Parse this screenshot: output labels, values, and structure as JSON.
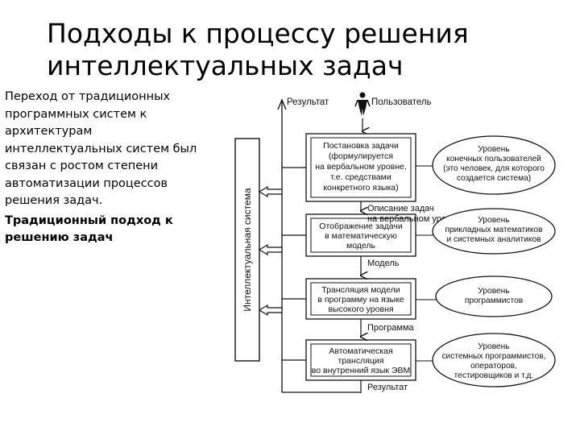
{
  "slide": {
    "title_lines": [
      "Подходы к процессу решения",
      "интеллектуальных задач"
    ],
    "paragraph": "Переход от традиционных программных систем к архитектурам интеллектуальных систем был связан с ростом степени автоматизации процессов решения задач.",
    "subheading": "Традиционный подход к решению задач"
  },
  "diagram": {
    "top_result_label": "Результат",
    "user_label": "Пользователь",
    "system_label": "Интеллектуальная система",
    "boxes": [
      {
        "lines": [
          "Постановка задачи",
          "(формулируется",
          "на вербальном уровне,",
          "т.е. средствами",
          "конкретного языка)"
        ]
      },
      {
        "lines": [
          "Отображение задачи",
          "в математическую",
          "модель"
        ]
      },
      {
        "lines": [
          "Трансляция модели",
          "в программу на языке",
          "высокого уровня"
        ]
      },
      {
        "lines": [
          "Автоматическая",
          "трансляция",
          "во внутренний язык ЭВМ"
        ]
      }
    ],
    "flow_labels": [
      {
        "lines": [
          "Описание задач",
          "на вербальном уровне"
        ]
      },
      {
        "lines": [
          "Модель"
        ]
      },
      {
        "lines": [
          "Программа"
        ]
      },
      {
        "lines": [
          "Результат"
        ]
      }
    ],
    "clouds": [
      {
        "lines": [
          "Уровень",
          "конечных пользователей",
          "(это человек, для которого",
          "создается система)"
        ]
      },
      {
        "lines": [
          "Уровень",
          "прикладных математиков",
          "и системных аналитиков"
        ]
      },
      {
        "lines": [
          "Уровень",
          "программистов"
        ]
      },
      {
        "lines": [
          "Уровень",
          "системных программистов,",
          "операторов,",
          "тестировщиков и т.д."
        ]
      }
    ]
  }
}
